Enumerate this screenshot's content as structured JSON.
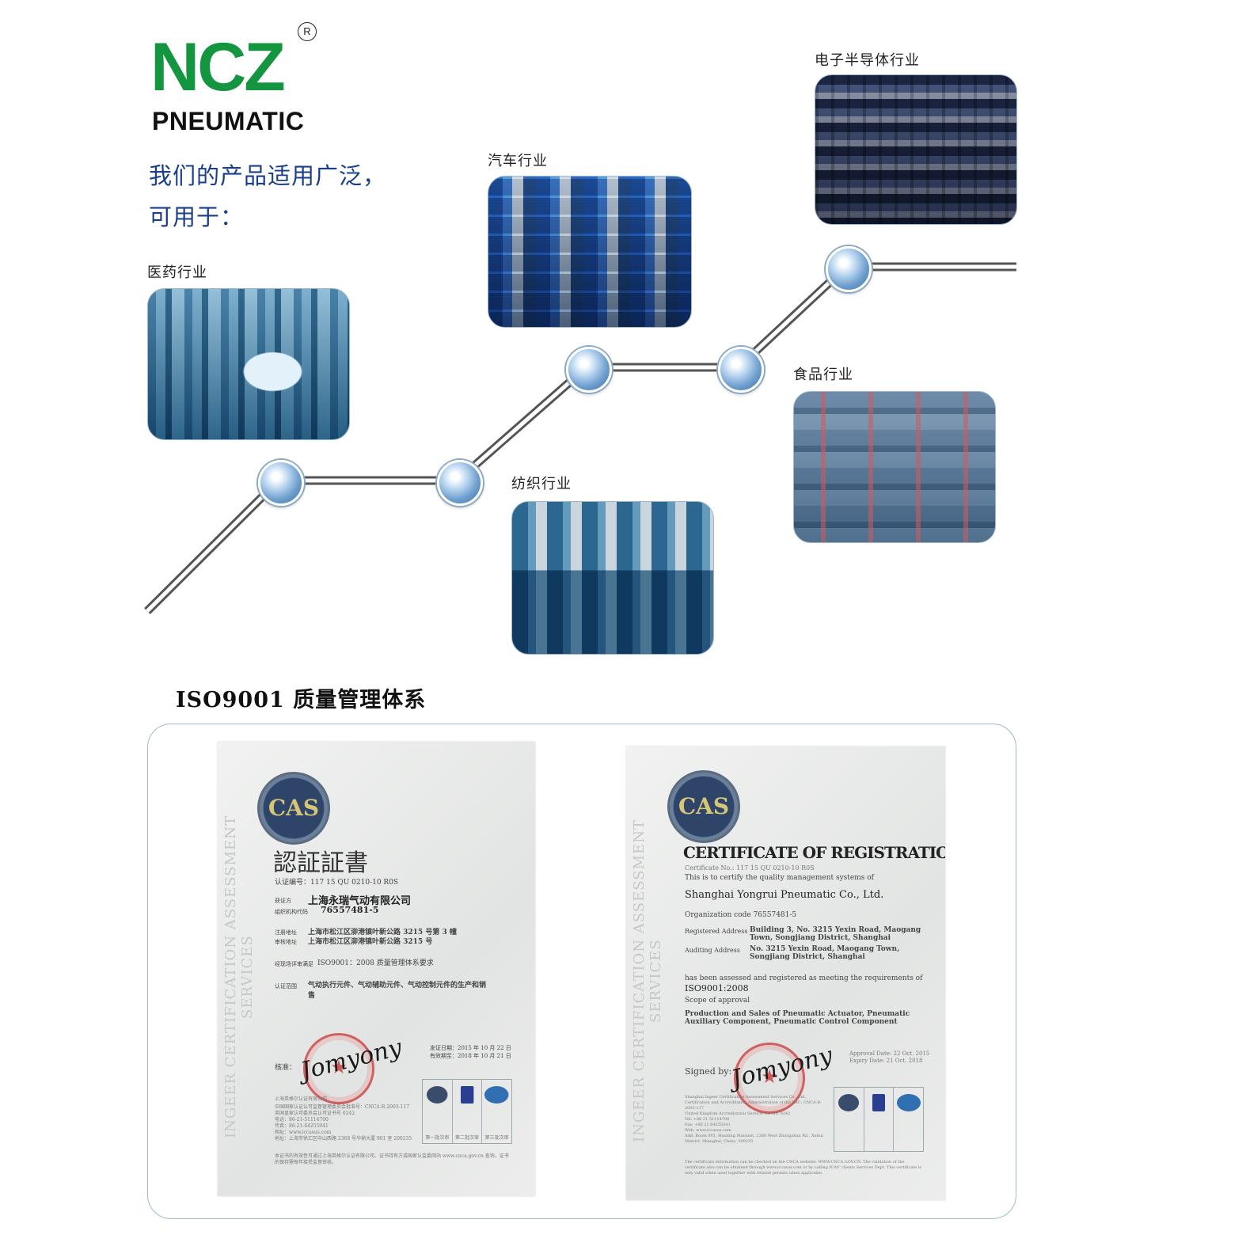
{
  "logo": {
    "mark": "NCZ",
    "registered": "R",
    "subtitle": "PNEUMATIC"
  },
  "intro": {
    "line1": "我们的产品适用广泛，",
    "line2": "可用于："
  },
  "industries": {
    "pharma": "医药行业",
    "auto": "汽车行业",
    "semiconductor": "电子半导体行业",
    "food": "食品行业",
    "textile": "纺织行业"
  },
  "iso": {
    "title": "ISO9001 质量管理体系"
  },
  "cert_cn": {
    "side_text": "INGEER CERTIFICATION ASSESSMENT SERVICES",
    "seal": "CAS",
    "title": "認証証書",
    "number": "认证编号：117 15 QU 0210-10 R0S",
    "holder_label": "获证方",
    "holder": "上海永瑞气动有限公司",
    "org_label": "组织机构代码",
    "org_code": "76557481-5",
    "reg_addr_label": "注册地址",
    "reg_addr": "上海市松江区泖港镇叶新公路 3215 号第 3 幢",
    "audit_addr_label": "审核地址",
    "audit_addr": "上海市松江区泖港镇叶新公路 3215 号",
    "standard_label": "经现场评审满足",
    "standard": "ISO9001：2008 质量管理体系要求",
    "scope_label": "认证范围",
    "scope": "气动执行元件、气动辅助元件、气动控制元件的生产和销售",
    "issue_date": "发证日期：2015 年 10 月 22 日",
    "expiry_date": "有效期至：2018 年 10 月 21 日",
    "sign_label": "核准：",
    "signature": "Jomyony",
    "issuer": "上海英格尔认证有限公司",
    "issuer_lines": [
      "中国国家认证认可监督管理委员会批准号：CNCA-R-2003-117",
      "英国皇家认可委员会认可证书号 0242",
      "电话：86-21-51114700",
      "传真：86-21-64255041",
      "网址：www.iccasus.com",
      "地址：上海市徐汇区中山西路 2368 号华鼎大厦 901 室 200235"
    ],
    "logo_captions": [
      "第一批次审",
      "第二批次审",
      "第三批次审"
    ],
    "footnote": "本证书的有效性可通过上海英格尔认证有限公司、证书持有方或国家认监委网站 www.cnca.gov.cn 查询，证书的保持需每年接受监督审核。"
  },
  "cert_en": {
    "side_text": "INGEER CERTIFICATION ASSESSMENT SERVICES",
    "seal": "CAS",
    "title": "CERTIFICATE OF REGISTRATION",
    "number": "Certificate No.:  117 15 QU 0210-10 R0S",
    "intro": "This is to certify the quality management systems of",
    "company": "Shanghai Yongrui Pneumatic Co., Ltd.",
    "org": "Organization   code   76557481-5",
    "reg_label": "Registered Address",
    "reg_addr": "Building 3, No. 3215 Yexin Road, Maogang Town, Songjiang District, Shanghai",
    "audit_label": "Auditing     Address",
    "audit_addr": "No. 3215 Yexin Road, Maogang Town, Songjiang District, Shanghai",
    "assessed": "has been assessed and registered as meeting the requirements of",
    "standard": "ISO9001:2008",
    "scope_label": "Scope of approval",
    "scope": "Production and Sales of Pneumatic Actuator, Pneumatic Auxiliary Component, Pneumatic Control Component",
    "approval_date": "Approval Date:  22 Oct. 2015",
    "expiry_date": "Expiry    Date:  21 Oct. 2018",
    "signed_label": "Signed by:",
    "signature": "Jomyony",
    "issuer_lines": [
      "Shanghai Ingeer Certification Assessment Services Co., Ltd.",
      "Certification and Accreditation Administration of the PRC: CNCA-R-2003-117",
      "United Kingdom Accreditation Service: CB No. 0242",
      "Tel: +86 21 51114700",
      "Fax: +86 21 64255041",
      "Web: www.iccasus.com",
      "Add: Room 901, Huading Mansion, 2368 West Zhongshan Rd., Xuhui District, Shanghai, China, 200235"
    ],
    "footnote": "The certificate information can be checked on the CNCA website: WWW.CNCA.GOV.CN. The validation of the certificate also can be obtained through www.iccasus.com or by calling ICAS' clients Services Dept. This certificate is only valid when used together with related permits when applicable."
  },
  "colors": {
    "brand_green": "#14953f",
    "intro_blue": "#1a3f8a",
    "frame_blue": "#9fbad2"
  }
}
